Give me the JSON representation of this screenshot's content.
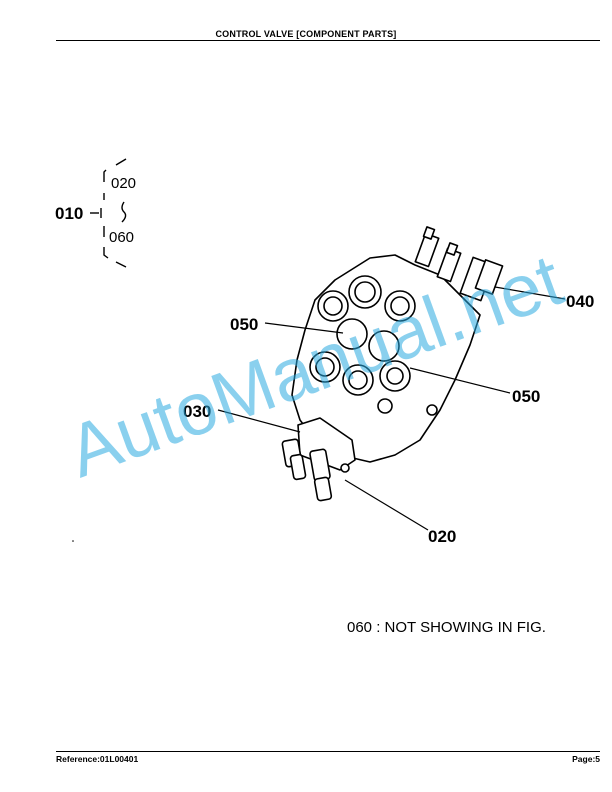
{
  "header": {
    "title": "CONTROL VALVE   [COMPONENT PARTS]"
  },
  "callouts": {
    "c010": "010",
    "c020_list": "020",
    "c060_list": "060",
    "c040": "040",
    "c050_left": "050",
    "c050_right": "050",
    "c030": "030",
    "c020": "020"
  },
  "note": "060 : NOT SHOWING IN FIG.",
  "watermark": "AutoManual.net",
  "footer": {
    "reference": "Reference:01L00401",
    "page": "Page:5"
  },
  "colors": {
    "watermark": "#29a9e0",
    "ink": "#000000"
  }
}
